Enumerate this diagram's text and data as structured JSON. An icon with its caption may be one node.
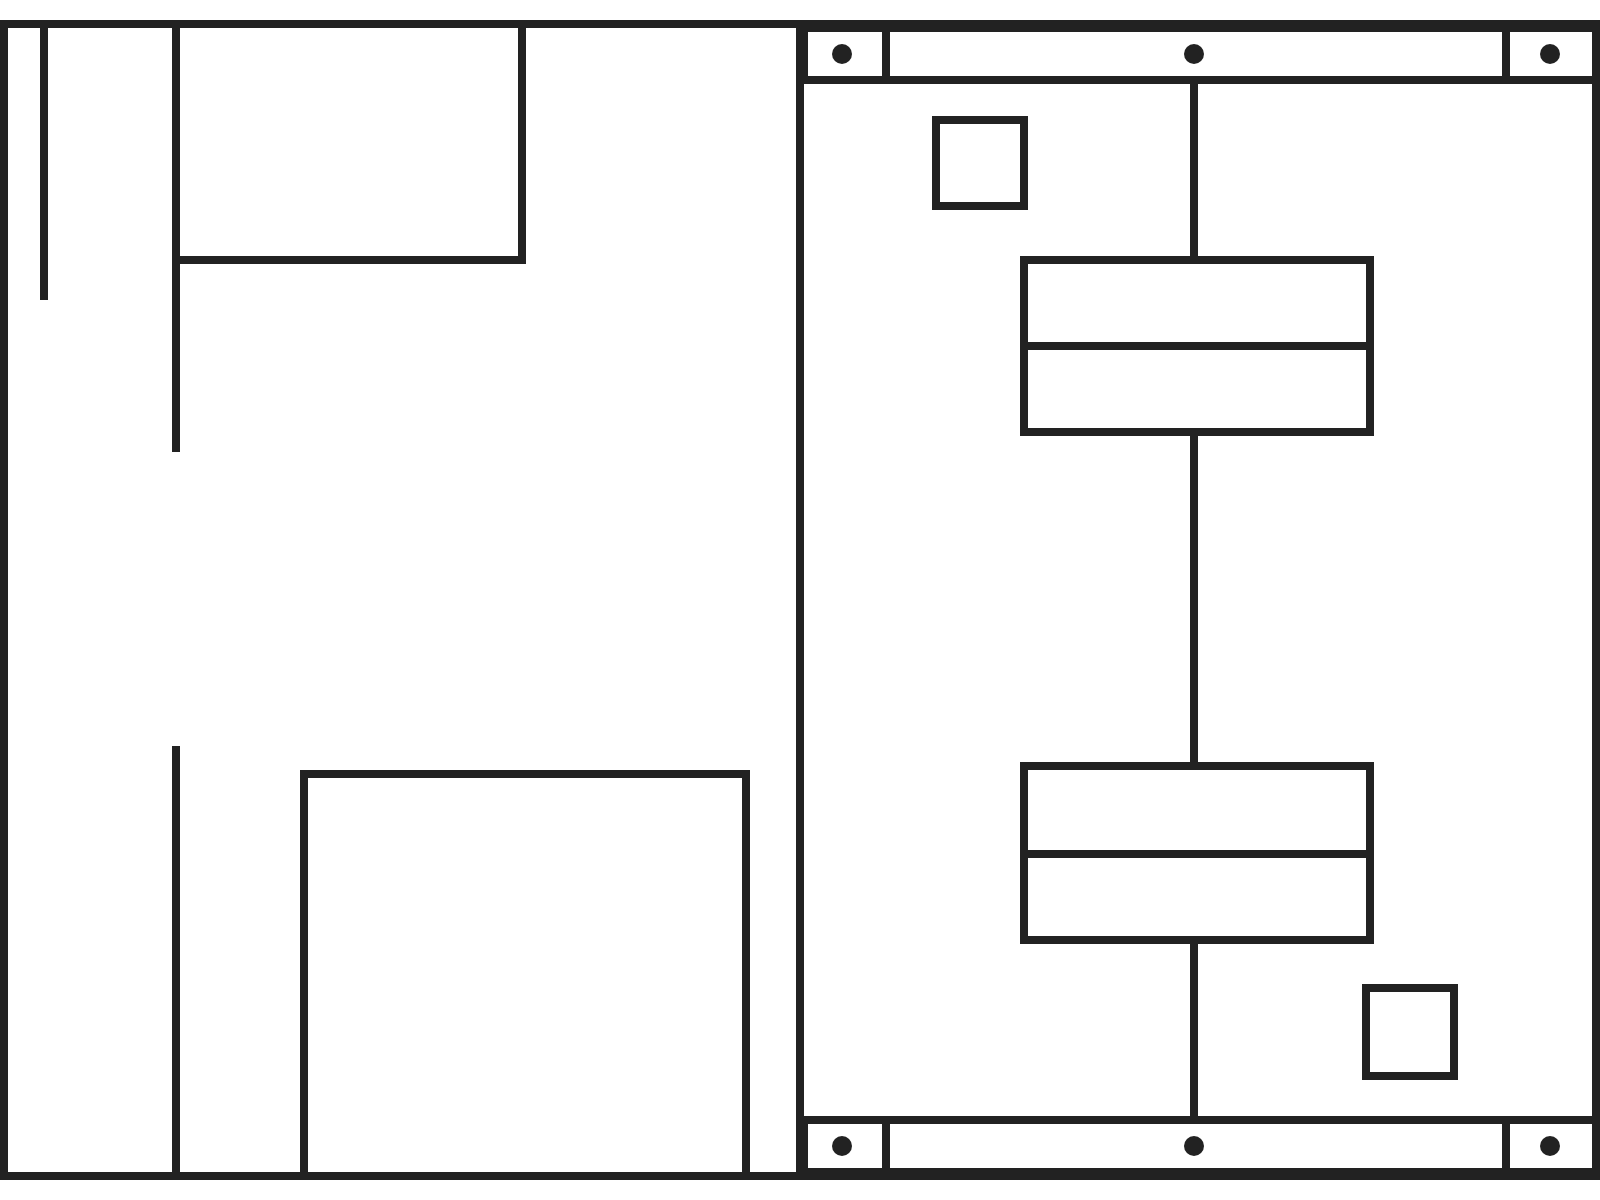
{
  "diagram": {
    "nodes": [
      {
        "text": [],
        "shape": "bar"
      },
      {
        "text": [],
        "shape": "box"
      },
      {
        "text": [],
        "shape": "box"
      },
      {
        "text": [],
        "shape": "bar"
      }
    ],
    "edges": [
      {
        "from": 0,
        "to": 1,
        "arrow": "none"
      },
      {
        "from": 1,
        "to": 2,
        "arrow": "none"
      },
      {
        "from": 2,
        "to": 3,
        "arrow": "none"
      }
    ]
  }
}
